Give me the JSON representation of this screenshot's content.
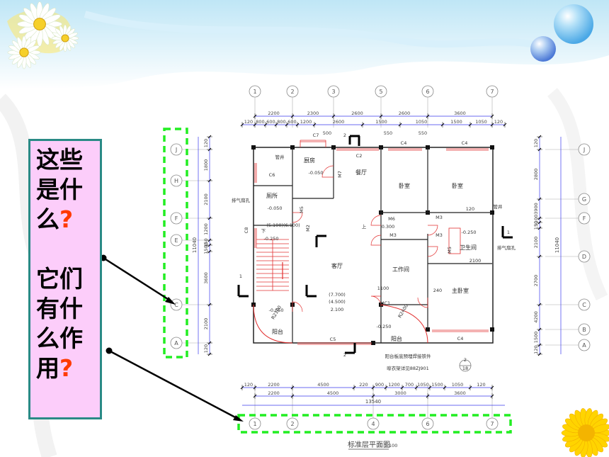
{
  "question": {
    "q1": [
      "这些",
      "是什",
      "么",
      "?"
    ],
    "q2": [
      "它们",
      "有什",
      "么作",
      "用",
      "?"
    ]
  },
  "plan": {
    "title": "标准层平面图",
    "scale": "1:100",
    "axes_h": [
      "1",
      "2",
      "3",
      "5",
      "6",
      "7"
    ],
    "axes_h_bottom": [
      "1",
      "2",
      "4",
      "6",
      "7"
    ],
    "axes_v_left": [
      "J",
      "H",
      "F",
      "E",
      "C",
      "A"
    ],
    "axes_v_right": [
      "J",
      "G",
      "F",
      "D",
      "C",
      "B",
      "A"
    ],
    "top_dims_row1": [
      "2200",
      "2300",
      "2600",
      "2600",
      "3600"
    ],
    "top_dims_row2": [
      "120",
      "800",
      "600",
      "800",
      "600",
      "1200",
      "2600",
      "1500",
      "1050",
      "1500",
      "1050",
      "120"
    ],
    "top_dims_row3": [
      "500",
      "550",
      "550"
    ],
    "bottom_dims_row1": [
      "120",
      "2200",
      "4500",
      "220",
      "900",
      "1200",
      "700",
      "1050",
      "1500",
      "1050",
      "120"
    ],
    "bottom_dims_row2": [
      "2200",
      "4500",
      "3000",
      "3600"
    ],
    "bottom_total": "13540",
    "left_dims": [
      "120",
      "1800",
      "2100",
      "1200",
      "150",
      "1500",
      "3600",
      "2100",
      "120"
    ],
    "left_total": "11040",
    "right_dims": [
      "120",
      "2800",
      "3900",
      "1100",
      "150",
      "2100",
      "2700",
      "4200",
      "1500",
      "120"
    ],
    "right_total": "11040",
    "rooms": [
      "厨房",
      "餐厅",
      "卧室",
      "卧室",
      "厕所",
      "卫生间",
      "工作间",
      "客厅",
      "主卧室",
      "阳台",
      "阳台"
    ],
    "labels": [
      "管井",
      "管井",
      "排气扇孔",
      "排气扇孔",
      "C7",
      "C2",
      "C4",
      "C4",
      "C6",
      "C8",
      "C5",
      "C4",
      "M7",
      "M5",
      "M2",
      "M6",
      "M3",
      "M3",
      "M5",
      "M3",
      "MC1",
      "下",
      "上",
      "R2400",
      "R2100",
      "-0.050",
      "-0.050",
      "-0.050",
      "0.300",
      "-0.250",
      "-0.250",
      "-0.250",
      "(7.700)",
      "(4.500)",
      "2.100",
      "2100",
      "1100",
      "240",
      "120",
      "阳台板底预埋焊接铁件",
      "晾衣架详见88ZJ901",
      "2",
      "18",
      "1",
      "1",
      "2",
      "2",
      "(5.100)(6.100)"
    ]
  },
  "colors": {
    "box_fill": "#fccdfa",
    "box_border": "#2a8a86",
    "qmark": "#ff3a00",
    "dash": "#22ee22",
    "plan_red": "#e23030",
    "plan_blue": "#3a3aee"
  }
}
